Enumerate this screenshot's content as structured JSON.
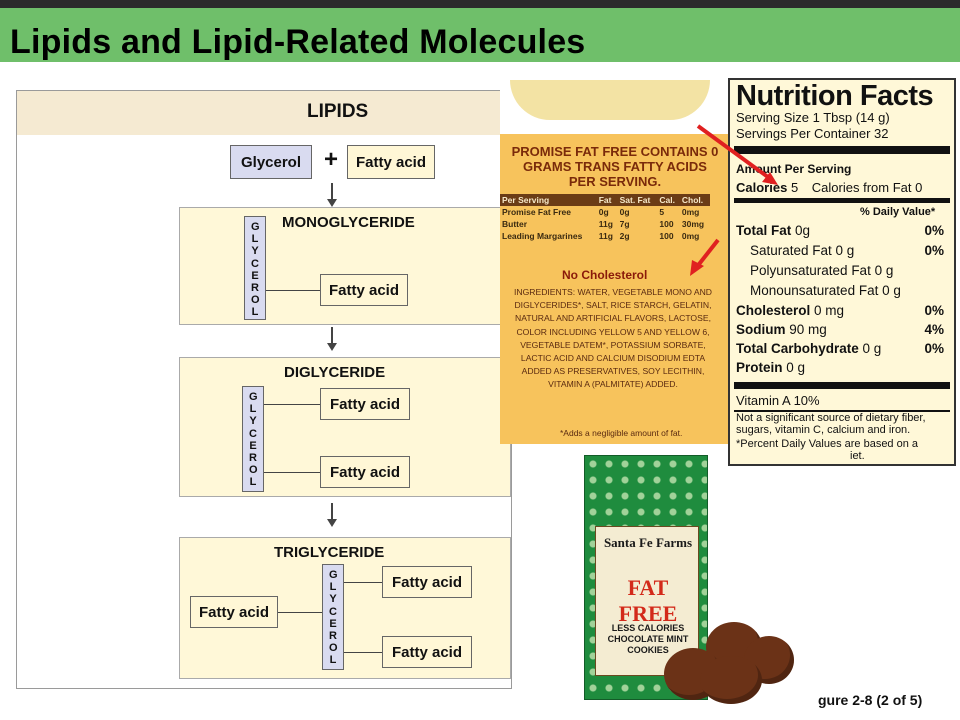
{
  "slide": {
    "title": "Lipids and Lipid-Related Molecules",
    "caption": "gure 2-8 (2 of 5)"
  },
  "diagram": {
    "heading": "LIPIDS",
    "glycerol": "Glycerol",
    "plus": "+",
    "fatty_acid": "Fatty acid",
    "glycerol_vertical": "G L Y C E R O L",
    "mono": "MONOGLYCERIDE",
    "di": "DIGLYCERIDE",
    "tri": "TRIGLYCERIDE"
  },
  "promise_label": {
    "headline": "PROMISE FAT FREE CONTAINS 0 GRAMS TRANS FATTY ACIDS PER SERVING.",
    "table_header": [
      "Per Serving",
      "Fat",
      "Sat. Fat",
      "Cal.",
      "Chol."
    ],
    "rows": [
      [
        "Promise Fat Free",
        "0g",
        "0g",
        "5",
        "0mg"
      ],
      [
        "Butter",
        "11g",
        "7g",
        "100",
        "30mg"
      ],
      [
        "Leading Margarines",
        "11g",
        "2g",
        "100",
        "0mg"
      ]
    ],
    "no_cholesterol": "No Cholesterol",
    "ingredients": "INGREDIENTS: WATER, VEGETABLE MONO AND DIGLYCERIDES*, SALT, RICE STARCH, GELATIN, NATURAL AND ARTIFICIAL FLAVORS, LACTOSE, COLOR INCLUDING YELLOW 5 AND YELLOW 6, VEGETABLE DATEM*, POTASSIUM SORBATE, LACTIC ACID AND CALCIUM DISODIUM EDTA ADDED AS PRESERVATIVES, SOY LECITHIN, VITAMIN A (PALMITATE) ADDED.",
    "footnote": "*Adds a negligible amount of fat."
  },
  "nutrition": {
    "title": "Nutrition Facts",
    "serving_size": "Serving Size 1 Tbsp (14 g)",
    "servings": "Servings Per Container 32",
    "amount_per": "Amount Per Serving",
    "calories_label": "Calories",
    "calories_value": "5",
    "calories_fat": "Calories from Fat 0",
    "dv_header": "% Daily Value*",
    "total_fat": "Total Fat",
    "total_fat_val": "0g",
    "total_fat_pct": "0%",
    "sat_fat": "Saturated Fat 0 g",
    "sat_fat_pct": "0%",
    "poly_fat": "Polyunsaturated Fat 0 g",
    "mono_fat": "Monounsaturated Fat 0 g",
    "cholesterol": "Cholesterol",
    "cholesterol_val": "0 mg",
    "cholesterol_pct": "0%",
    "sodium": "Sodium",
    "sodium_val": "90 mg",
    "sodium_pct": "4%",
    "carb": "Total Carbohydrate",
    "carb_val": "0 g",
    "carb_pct": "0%",
    "protein": "Protein",
    "protein_val": "0 g",
    "vitamin_a": "Vitamin A 10%",
    "note": "Not a significant source of dietary fiber, sugars, vitamin C, calcium and iron.",
    "note2": "*Percent Daily Values are based on a",
    "note3": "iet."
  },
  "bag": {
    "brand": "Santa Fe Farms",
    "fat_free": "FAT FREE",
    "sub": "LESS CALORIES CHOCOLATE MINT COOKIES"
  },
  "colors": {
    "title_bar": "#6fbf6a",
    "arrow_red": "#e02020"
  }
}
